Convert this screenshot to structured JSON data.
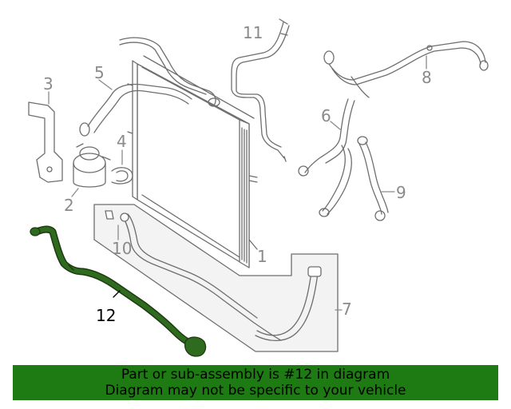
{
  "diagram": {
    "callouts": {
      "p1": "1",
      "p2": "2",
      "p3": "3",
      "p4": "4",
      "p5": "5",
      "p6": "6",
      "p7": "7",
      "p8": "8",
      "p9": "9",
      "p10": "10",
      "p11": "11",
      "p12": "12"
    },
    "highlighted_part": "12",
    "colors": {
      "line": "#6e6e6e",
      "highlight": "#2f6b1f",
      "banner": "#1e7a12",
      "panel": "#f3f3f3"
    }
  },
  "banner": {
    "line1": "Part or sub-assembly is #12 in diagram",
    "line2": "Diagram may not be specific to your vehicle"
  }
}
